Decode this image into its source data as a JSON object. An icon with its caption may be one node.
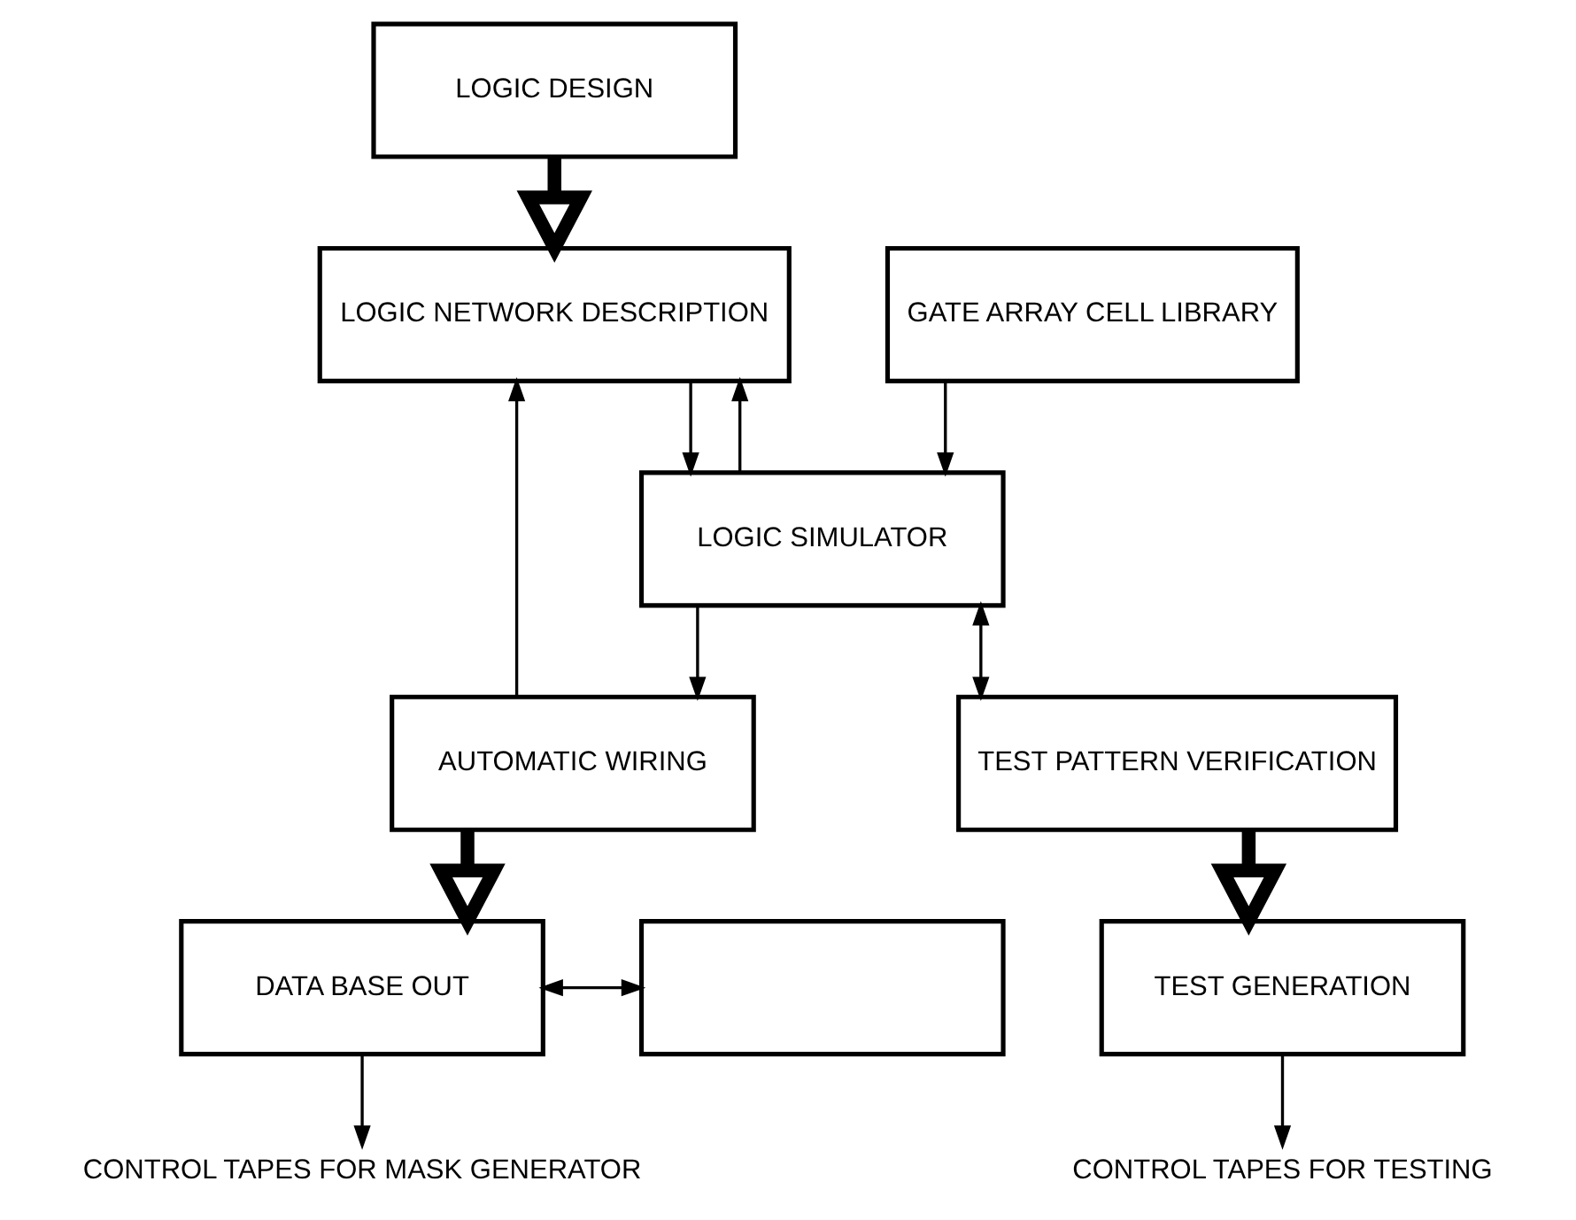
{
  "diagram": {
    "nodes": [
      {
        "text": [
          "LOGIC DESIGN"
        ]
      },
      {
        "text": [
          "LOGIC NETWORK DESCRIPTION"
        ]
      },
      {
        "text": [
          "GATE ARRAY CELL LIBRARY"
        ]
      },
      {
        "text": [
          "LOGIC SIMULATOR"
        ]
      },
      {
        "text": [
          "AUTOMATIC WIRING"
        ]
      },
      {
        "text": [
          "TEST PATTERN VERIFICATION"
        ]
      },
      {
        "text": [],
        "shape": "box"
      },
      {
        "text": [
          "DATA BASE OUT"
        ]
      },
      {
        "text": [
          "TEST GENERATION"
        ]
      },
      {
        "text": [
          "CONTROL TAPES FOR MASK GENERATOR"
        ]
      },
      {
        "text": [
          "CONTROL TAPES FOR TESTING"
        ]
      }
    ],
    "edges": [
      {
        "from": 0,
        "to": 1,
        "arrow": "to",
        "style": "thick"
      },
      {
        "from": 1,
        "to": 3,
        "arrow": "to"
      },
      {
        "from": 3,
        "to": 1,
        "arrow": "to"
      },
      {
        "from": 4,
        "to": 1,
        "arrow": "to"
      },
      {
        "from": 2,
        "to": 3,
        "arrow": "to"
      },
      {
        "from": 3,
        "to": 5,
        "arrow": "both"
      },
      {
        "from": 3,
        "to": 4,
        "arrow": "to"
      },
      {
        "from": 4,
        "to": 7,
        "arrow": "to",
        "style": "thick"
      },
      {
        "from": 5,
        "to": 8,
        "arrow": "to",
        "style": "thick"
      },
      {
        "from": 6,
        "to": 7,
        "arrow": "both"
      },
      {
        "from": 7,
        "to": 9,
        "arrow": "to"
      },
      {
        "from": 8,
        "to": 10,
        "arrow": "to"
      }
    ]
  }
}
